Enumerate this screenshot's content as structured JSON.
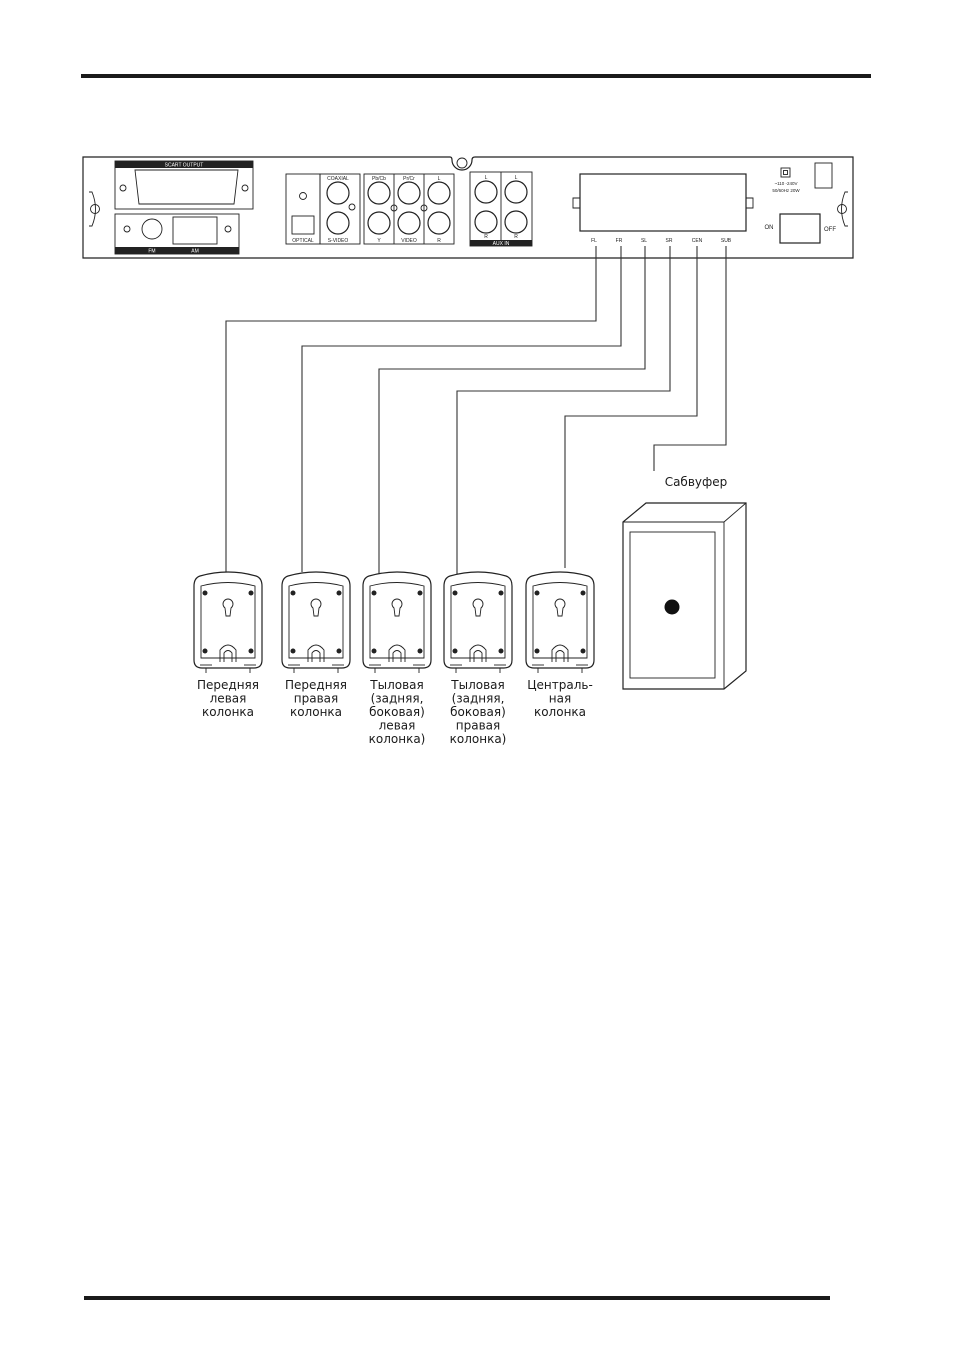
{
  "panel": {
    "scart_label": "SCART OUTPUT",
    "fm_label": "FM",
    "am_label": "AM",
    "optical_label": "OPTICAL",
    "coaxial_label": "COAXIAL",
    "svideo_label": "S-VIDEO",
    "pb_label": "Pb/Cb",
    "pr_label": "Pr/Cr",
    "y_label": "Y",
    "video_label": "VIDEO",
    "l_label": "L",
    "r_label": "R",
    "aux_label": "AUX IN",
    "power_line1": "~110 -240V",
    "power_line2": "50/60Hz 20W",
    "on_label": "ON",
    "off_label": "OFF",
    "outputs": [
      "FL",
      "FR",
      "SL",
      "SR",
      "CEN",
      "SUB"
    ]
  },
  "speakers": [
    {
      "lines": [
        "Передняя",
        "левая",
        "колонка"
      ]
    },
    {
      "lines": [
        "Передняя",
        "правая",
        "колонка"
      ]
    },
    {
      "lines": [
        "Тыловая",
        "(задняя,",
        "боковая)",
        "левая",
        "колонка)"
      ]
    },
    {
      "lines": [
        "Тыловая",
        "(задняя,",
        "боковая)",
        "правая",
        "колонка)"
      ]
    },
    {
      "lines": [
        "Централь-",
        "ная",
        "колонка"
      ]
    }
  ],
  "subwoofer_label": "Сабвуфер"
}
